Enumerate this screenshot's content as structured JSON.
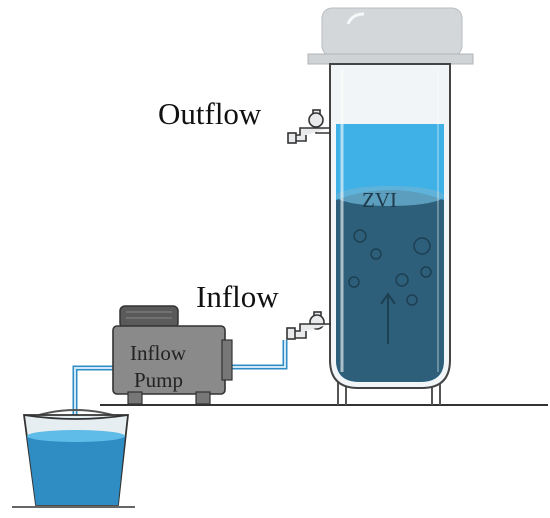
{
  "labels": {
    "outflow": "Outflow",
    "inflow": "Inflow",
    "zvi": "ZVI",
    "pump_line1": "Inflow",
    "pump_line2": "Pump"
  },
  "colors": {
    "water_light": "#3fb1e6",
    "water_zvi": "#2e5f7a",
    "column_glass": "#f1f5f7",
    "column_cap": "#d3d7da",
    "pump_body": "#8a8a8a",
    "pump_top": "#5a5a5a",
    "tube": "#9ccbe8",
    "outline": "#333333"
  }
}
